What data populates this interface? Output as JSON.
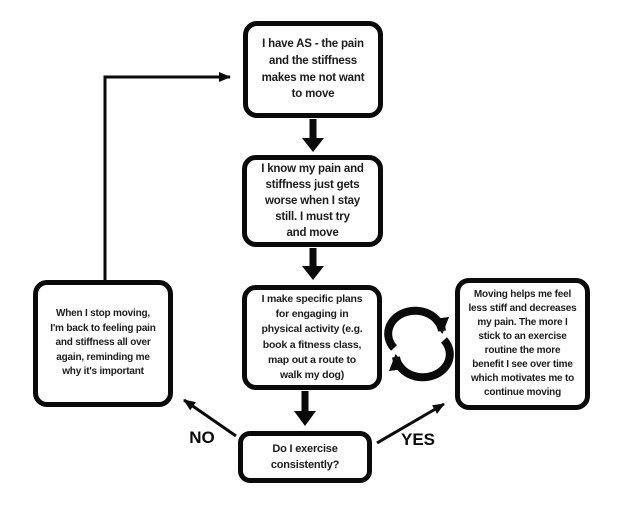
{
  "diagram": {
    "type": "flowchart",
    "colors": {
      "line": "#0a0a0a",
      "box_border": "#0a0a0a",
      "box_fill": "#ffffff",
      "background": "#ffffff",
      "text": "#1c1c1c"
    },
    "nodes": {
      "have_as": {
        "lines": [
          "I have AS - the pain",
          "and the stiffness",
          "makes me not want",
          "to move"
        ]
      },
      "know_pain": {
        "lines": [
          "I know my pain and",
          "stiffness just gets",
          "worse when I stay",
          "still. I must try",
          "and move"
        ]
      },
      "make_plans": {
        "lines": [
          "I make specific plans",
          "for engaging in",
          "physical activity (e.g.",
          "book a fitness class,",
          "map out a route to",
          "walk my dog)"
        ]
      },
      "decision": {
        "lines": [
          "Do I exercise",
          "consistently?"
        ]
      },
      "stop_moving": {
        "lines": [
          "When I stop moving,",
          "I'm back to feeling pain",
          "and stiffness all over",
          "again, reminding me",
          "why it's important"
        ]
      },
      "moving_helps": {
        "lines": [
          "Moving helps me feel",
          "less stiff and decreases",
          "my pain. The more I",
          "stick to an exercise",
          "routine the more",
          "benefit I see over time",
          "which motivates me to",
          "continue moving"
        ]
      }
    },
    "labels": {
      "no": "NO",
      "yes": "YES"
    },
    "edges": [
      {
        "from": "have_as",
        "to": "know_pain",
        "style": "thick-down-arrow"
      },
      {
        "from": "know_pain",
        "to": "make_plans",
        "style": "thick-down-arrow"
      },
      {
        "from": "make_plans",
        "to": "decision",
        "style": "thick-down-arrow"
      },
      {
        "from": "decision",
        "to": "stop_moving",
        "label": "NO",
        "style": "thin-diagonal-arrow"
      },
      {
        "from": "decision",
        "to": "moving_helps",
        "label": "YES",
        "style": "thin-diagonal-arrow"
      },
      {
        "from": "stop_moving",
        "to": "have_as",
        "style": "thin-elbow-arrow"
      },
      {
        "from": "make_plans",
        "to": "moving_helps",
        "bidirectional": true,
        "style": "cycle-double-arrows-icon"
      }
    ]
  }
}
